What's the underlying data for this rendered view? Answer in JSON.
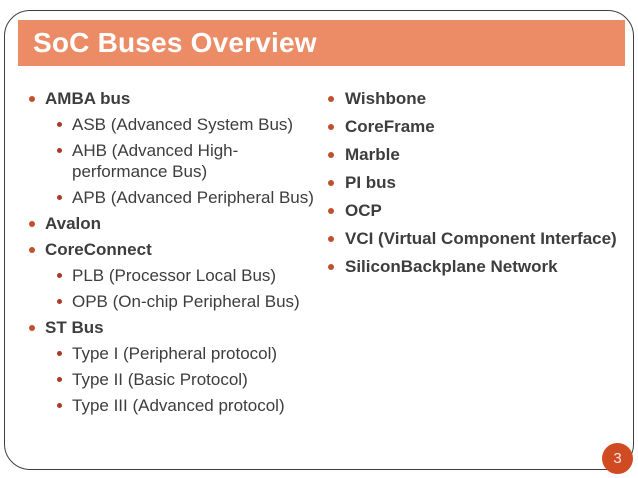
{
  "slide": {
    "title": "SoC Buses Overview",
    "page_number": "3",
    "colors": {
      "title_bar_bg": "#EC8C66",
      "title_text": "#FFFFFF",
      "body_text": "#3D3D3D",
      "bullet_l1": "#C1502D",
      "bullet_l2": "#A83A28",
      "page_circle_bg": "#D04B22",
      "page_number_text": "#F1E9E3",
      "border": "#3F3F3F"
    },
    "left_column": {
      "items": [
        {
          "label": "AMBA bus",
          "level": 1
        },
        {
          "label": "ASB (Advanced System Bus)",
          "level": 2
        },
        {
          "label": "AHB (Advanced High-\nperformance Bus)",
          "level": 2
        },
        {
          "label": "APB (Advanced Peripheral Bus)",
          "level": 2
        },
        {
          "label": "Avalon",
          "level": 1
        },
        {
          "label": "CoreConnect",
          "level": 1
        },
        {
          "label": "PLB (Processor Local Bus)",
          "level": 2
        },
        {
          "label": "OPB (On-chip Peripheral Bus)",
          "level": 2
        },
        {
          "label": "ST Bus",
          "level": 1
        },
        {
          "label": "Type I (Peripheral protocol)",
          "level": 2
        },
        {
          "label": "Type II (Basic Protocol)",
          "level": 2
        },
        {
          "label": "Type III (Advanced protocol)",
          "level": 2
        }
      ]
    },
    "right_column": {
      "items": [
        {
          "label": "Wishbone",
          "level": 1
        },
        {
          "label": "CoreFrame",
          "level": 1
        },
        {
          "label": "Marble",
          "level": 1
        },
        {
          "label": "PI bus",
          "level": 1
        },
        {
          "label": "OCP",
          "level": 1
        },
        {
          "label": "VCI (Virtual Component Interface)",
          "level": 1
        },
        {
          "label": "SiliconBackplane Network",
          "level": 1
        }
      ]
    }
  }
}
